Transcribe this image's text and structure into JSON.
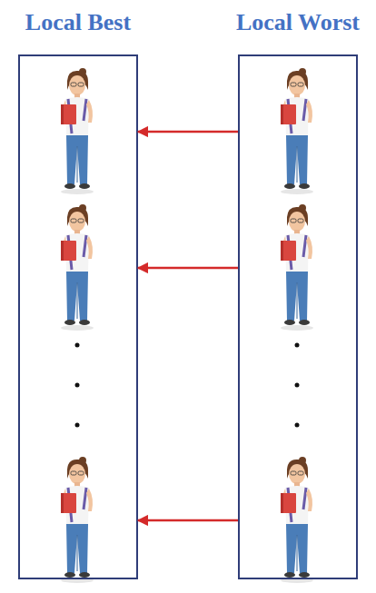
{
  "diagram": {
    "nodes": [
      {
        "text": [
          "Local Best"
        ]
      },
      {
        "text": [
          "Local Worst"
        ]
      }
    ],
    "edges": [
      {
        "from": 1,
        "to": 0,
        "arrow": "to"
      },
      {
        "from": 1,
        "to": 0,
        "arrow": "to"
      },
      {
        "from": 1,
        "to": 0,
        "arrow": "to"
      }
    ]
  }
}
